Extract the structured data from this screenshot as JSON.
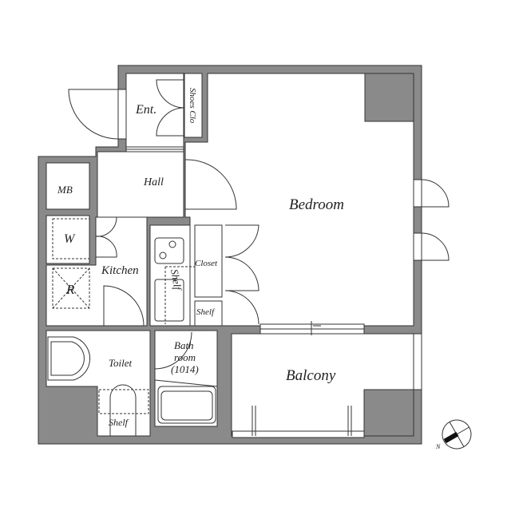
{
  "floorplan": {
    "colors": {
      "wall": "#8a8a8a",
      "line": "#333333",
      "background": "#ffffff"
    },
    "rooms": {
      "entrance": "Ent.",
      "shoes_closet": "Shoes Clo",
      "hall": "Hall",
      "mb": "MB",
      "washer": "W",
      "refrigerator": "R",
      "kitchen": "Kitchen",
      "kitchen_shelf": "Shelf",
      "closet": "Closet",
      "closet_shelf": "Shelf",
      "bedroom": "Bedroom",
      "toilet": "Toilet",
      "toilet_shelf": "Shelf",
      "bathroom_line1": "Bath",
      "bathroom_line2": "room",
      "bathroom_line3": "(1014)",
      "balcony": "Balcony"
    },
    "compass": {
      "label": "N"
    }
  }
}
